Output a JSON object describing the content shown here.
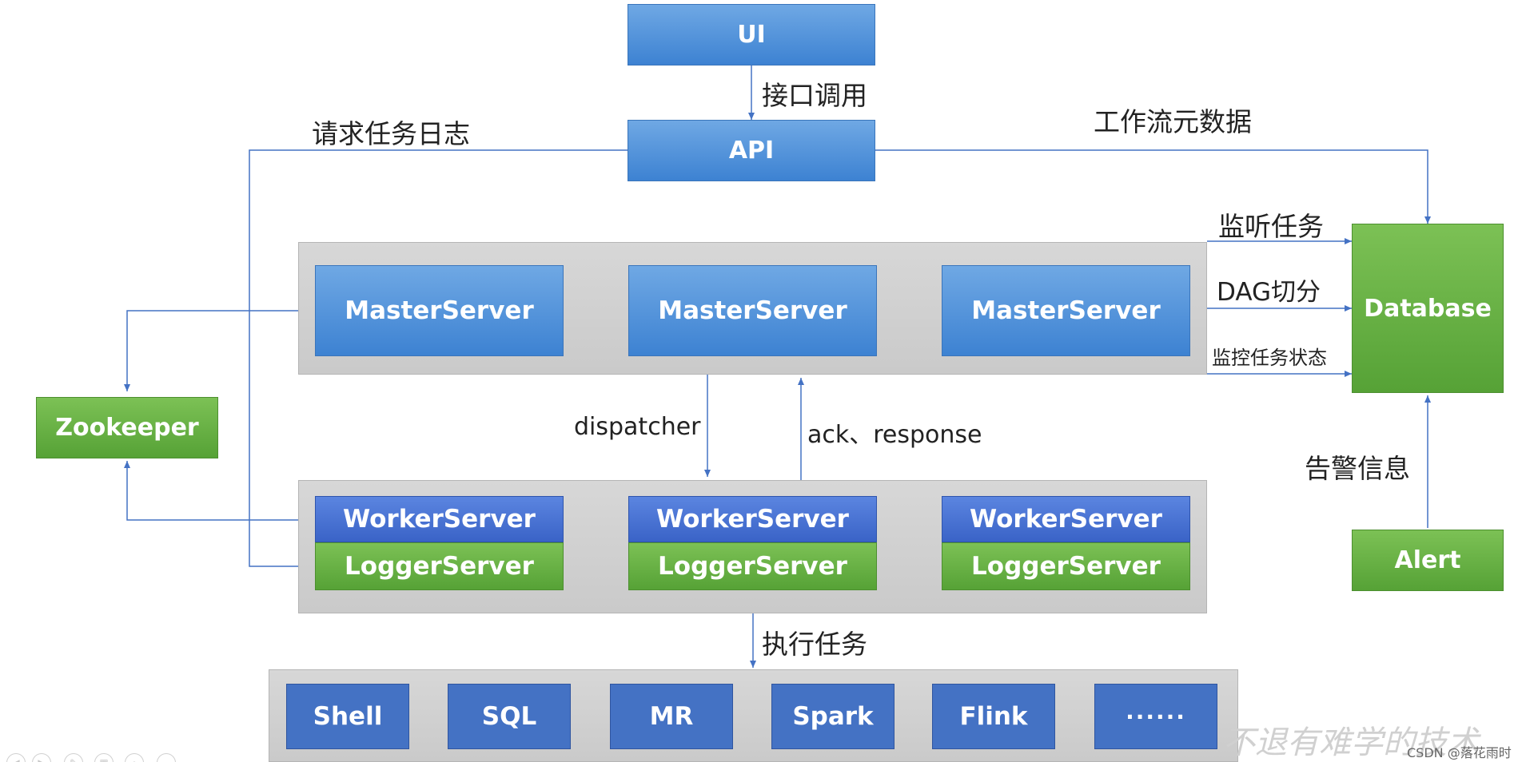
{
  "nodes": {
    "ui": "UI",
    "api": "API",
    "masters": [
      "MasterServer",
      "MasterServer",
      "MasterServer"
    ],
    "workers": [
      "WorkerServer",
      "WorkerServer",
      "WorkerServer"
    ],
    "loggers": [
      "LoggerServer",
      "LoggerServer",
      "LoggerServer"
    ],
    "zookeeper": "Zookeeper",
    "database": "Database",
    "alert": "Alert",
    "tasks": [
      "Shell",
      "SQL",
      "MR",
      "Spark",
      "Flink",
      "······"
    ]
  },
  "edges": {
    "interface_call": "接口调用",
    "request_task_log": "请求任务日志",
    "workflow_metadata": "工作流元数据",
    "listen_tasks": "监听任务",
    "dag_split": "DAG切分",
    "monitor_task_status": "监控任务状态",
    "dispatcher": "dispatcher",
    "ack_response": "ack、response",
    "alert_info": "告警信息",
    "execute_tasks": "执行任务"
  },
  "watermark": "不退有难学的技术",
  "credit": "CSDN @落花雨时",
  "colors": {
    "blue": "#4a8fdb",
    "dark_blue": "#4472c4",
    "green": "#63ab3f",
    "arrow": "#4472c4",
    "group_gray": "#d0d0d0"
  }
}
